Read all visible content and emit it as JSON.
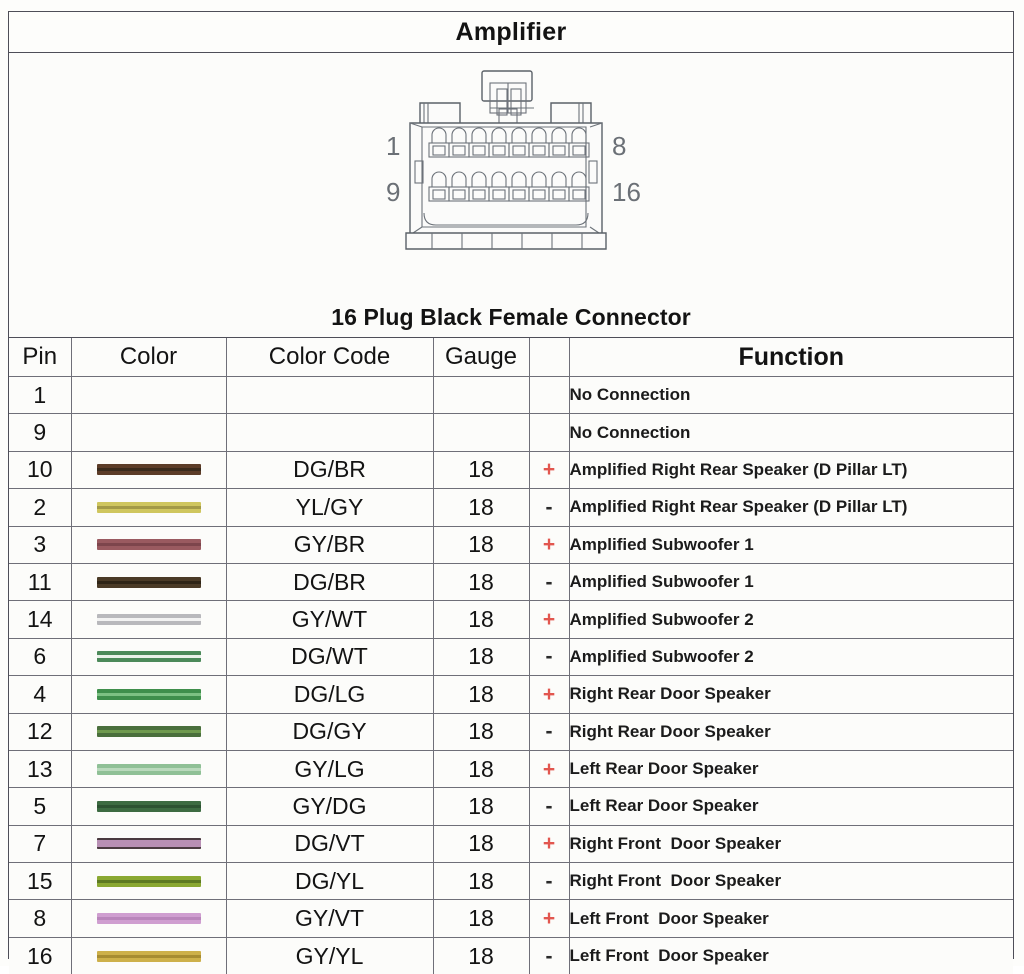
{
  "header": {
    "title": "Amplifier"
  },
  "connector": {
    "caption": "16 Plug Black Female Connector",
    "top_left_pin": "1",
    "top_right_pin": "8",
    "bottom_left_pin": "9",
    "bottom_right_pin": "16",
    "rows": 2,
    "columns": 8
  },
  "table": {
    "columns": [
      "Pin",
      "Color",
      "Color Code",
      "Gauge",
      "",
      "Function"
    ],
    "rows": [
      {
        "pin": "1",
        "swatch": null,
        "code": "",
        "gauge": "",
        "polarity": "",
        "function": "No Connection"
      },
      {
        "pin": "9",
        "swatch": null,
        "code": "",
        "gauge": "",
        "polarity": "",
        "function": "No Connection"
      },
      {
        "pin": "10",
        "swatch": {
          "base": "#5c3c28",
          "stripe": "#3a2a1c",
          "stripe_pos": "mid"
        },
        "code": "DG/BR",
        "gauge": "18",
        "polarity": "+",
        "function": "Amplified Right Rear Speaker (D Pillar LT)"
      },
      {
        "pin": "2",
        "swatch": {
          "base": "#cfc65e",
          "stripe": "#a39a46",
          "stripe_pos": "mid"
        },
        "code": "YL/GY",
        "gauge": "18",
        "polarity": "-",
        "function": "Amplified Right Rear Speaker (D Pillar LT)"
      },
      {
        "pin": "3",
        "swatch": {
          "base": "#9a5a60",
          "stripe": "#7d454c",
          "stripe_pos": "mid"
        },
        "code": "GY/BR",
        "gauge": "18",
        "polarity": "+",
        "function": "Amplified Subwoofer 1"
      },
      {
        "pin": "11",
        "swatch": {
          "base": "#4a3a26",
          "stripe": "#2e2416",
          "stripe_pos": "mid"
        },
        "code": "DG/BR",
        "gauge": "18",
        "polarity": "-",
        "function": "Amplified Subwoofer 1"
      },
      {
        "pin": "14",
        "swatch": {
          "base": "#b8b8bc",
          "stripe": "#f2f2f2",
          "stripe_pos": "mid"
        },
        "code": "GY/WT",
        "gauge": "18",
        "polarity": "+",
        "function": "Amplified Subwoofer 2"
      },
      {
        "pin": "6",
        "swatch": {
          "base": "#4c8a5a",
          "stripe": "#eaf2ea",
          "stripe_pos": "mid"
        },
        "code": "DG/WT",
        "gauge": "18",
        "polarity": "-",
        "function": "Amplified Subwoofer 2"
      },
      {
        "pin": "4",
        "swatch": {
          "base": "#3f8f4c",
          "stripe": "#7dc183",
          "stripe_pos": "mid"
        },
        "code": "DG/LG",
        "gauge": "18",
        "polarity": "+",
        "function": "Right Rear Door Speaker"
      },
      {
        "pin": "12",
        "swatch": {
          "base": "#4a6f3c",
          "stripe": "#6f9a4e",
          "stripe_pos": "mid"
        },
        "code": "DG/GY",
        "gauge": "18",
        "polarity": "-",
        "function": "Right Rear Door Speaker"
      },
      {
        "pin": "13",
        "swatch": {
          "base": "#8fc096",
          "stripe": "#b9d9bc",
          "stripe_pos": "mid"
        },
        "code": "GY/LG",
        "gauge": "18",
        "polarity": "+",
        "function": "Left Rear Door Speaker"
      },
      {
        "pin": "5",
        "swatch": {
          "base": "#3d6b42",
          "stripe": "#2d5232",
          "stripe_pos": "mid"
        },
        "code": "GY/DG",
        "gauge": "18",
        "polarity": "-",
        "function": "Left Rear Door Speaker"
      },
      {
        "pin": "7",
        "swatch": {
          "base": "#b88fb4",
          "stripe": "#4a3a40",
          "stripe_pos": "edges"
        },
        "code": "DG/VT",
        "gauge": "18",
        "polarity": "+",
        "function": "Right Front  Door Speaker"
      },
      {
        "pin": "15",
        "swatch": {
          "base": "#8aa832",
          "stripe": "#5d7a22",
          "stripe_pos": "mid"
        },
        "code": "DG/YL",
        "gauge": "18",
        "polarity": "-",
        "function": "Right Front  Door Speaker"
      },
      {
        "pin": "8",
        "swatch": {
          "base": "#cf9ed0",
          "stripe": "#b985bb",
          "stripe_pos": "mid"
        },
        "code": "GY/VT",
        "gauge": "18",
        "polarity": "+",
        "function": "Left Front  Door Speaker"
      },
      {
        "pin": "16",
        "swatch": {
          "base": "#cdb04a",
          "stripe": "#a78c32",
          "stripe_pos": "mid"
        },
        "code": "GY/YL",
        "gauge": "18",
        "polarity": "-",
        "function": "Left Front  Door Speaker"
      }
    ]
  },
  "colors": {
    "plus": "#e2564f",
    "minus": "#2a2a2a",
    "grid": "#6f6f78",
    "frame": "#4e4e58",
    "page_bg": "#fdfdfb"
  }
}
